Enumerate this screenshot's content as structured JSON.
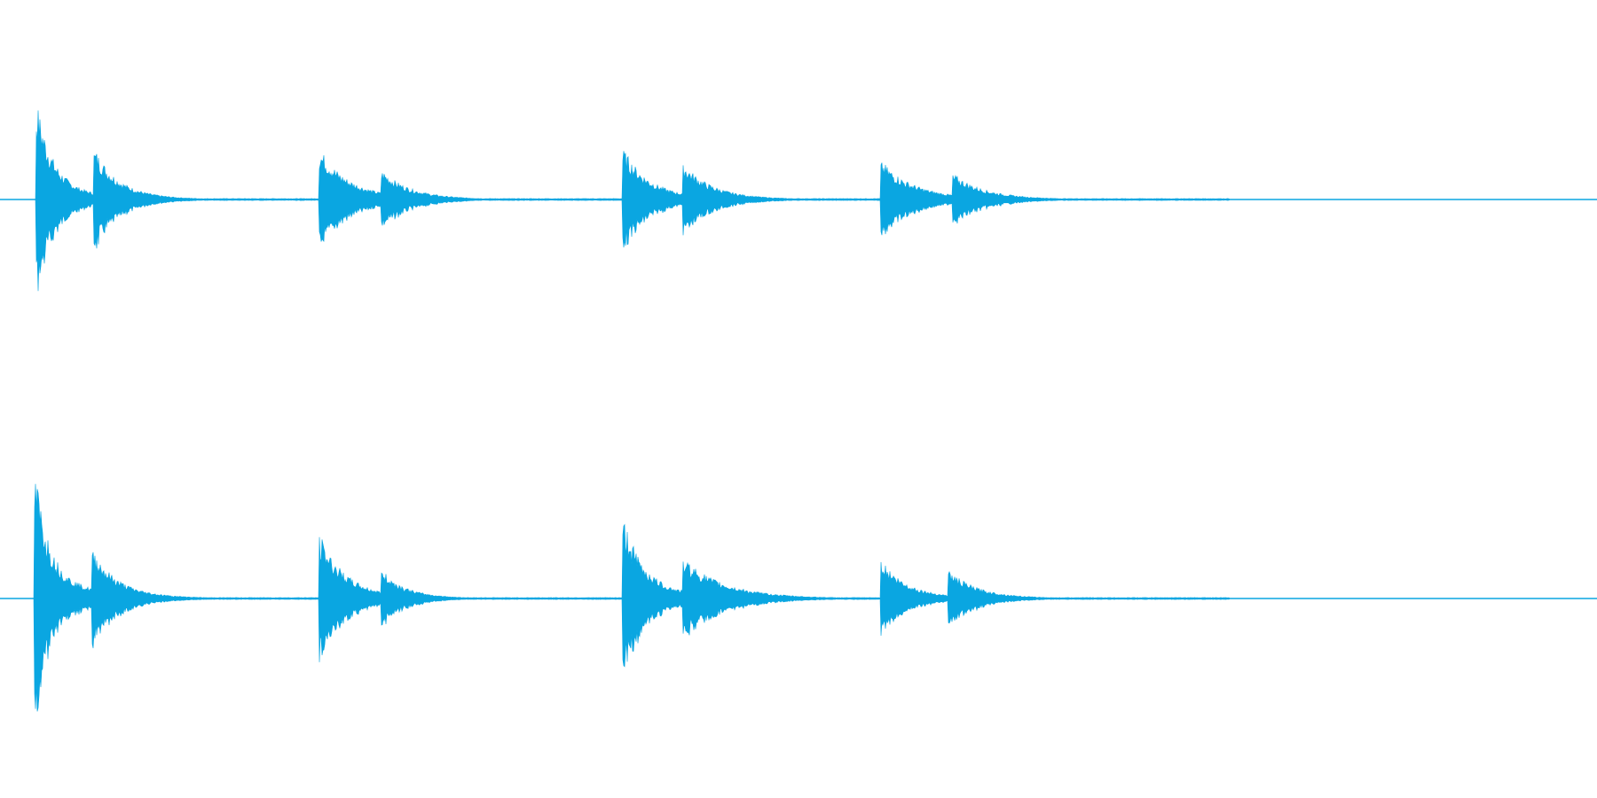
{
  "colors": {
    "background": "#ffffff",
    "waveform": "#0aa6e1"
  },
  "chart_data": {
    "type": "area",
    "x_unit": "fraction-of-duration",
    "y_unit": "normalized-amplitude",
    "xlim": [
      0,
      1
    ],
    "ylim": [
      -1,
      1
    ],
    "grid": false,
    "legend": "none",
    "channels": [
      {
        "peaks": [
          {
            "t": 0.024,
            "amp": 0.74,
            "decay": 0.01,
            "sustain": 0.16
          },
          {
            "t": 0.06,
            "amp": 0.4,
            "decay": 0.015,
            "sustain": 0.08
          },
          {
            "t": 0.201,
            "amp": 0.4,
            "decay": 0.018,
            "sustain": 0.12
          },
          {
            "t": 0.24,
            "amp": 0.23,
            "decay": 0.018,
            "sustain": 0.05
          },
          {
            "t": 0.391,
            "amp": 0.4,
            "decay": 0.016,
            "sustain": 0.12
          },
          {
            "t": 0.429,
            "amp": 0.28,
            "decay": 0.018,
            "sustain": 0.06
          },
          {
            "t": 0.553,
            "amp": 0.3,
            "decay": 0.02,
            "sustain": 0.12
          },
          {
            "t": 0.598,
            "amp": 0.2,
            "decay": 0.02,
            "sustain": 0.05
          }
        ],
        "tail_end": 0.77
      },
      {
        "peaks": [
          {
            "t": 0.023,
            "amp": 0.98,
            "decay": 0.008,
            "sustain": 0.24
          },
          {
            "t": 0.059,
            "amp": 0.38,
            "decay": 0.015,
            "sustain": 0.14
          },
          {
            "t": 0.201,
            "amp": 0.5,
            "decay": 0.015,
            "sustain": 0.16
          },
          {
            "t": 0.24,
            "amp": 0.22,
            "decay": 0.015,
            "sustain": 0.05
          },
          {
            "t": 0.391,
            "amp": 0.63,
            "decay": 0.012,
            "sustain": 0.22
          },
          {
            "t": 0.429,
            "amp": 0.32,
            "decay": 0.025,
            "sustain": 0.08
          },
          {
            "t": 0.553,
            "amp": 0.3,
            "decay": 0.015,
            "sustain": 0.14
          },
          {
            "t": 0.595,
            "amp": 0.22,
            "decay": 0.018,
            "sustain": 0.05
          }
        ],
        "tail_end": 0.77
      }
    ]
  }
}
